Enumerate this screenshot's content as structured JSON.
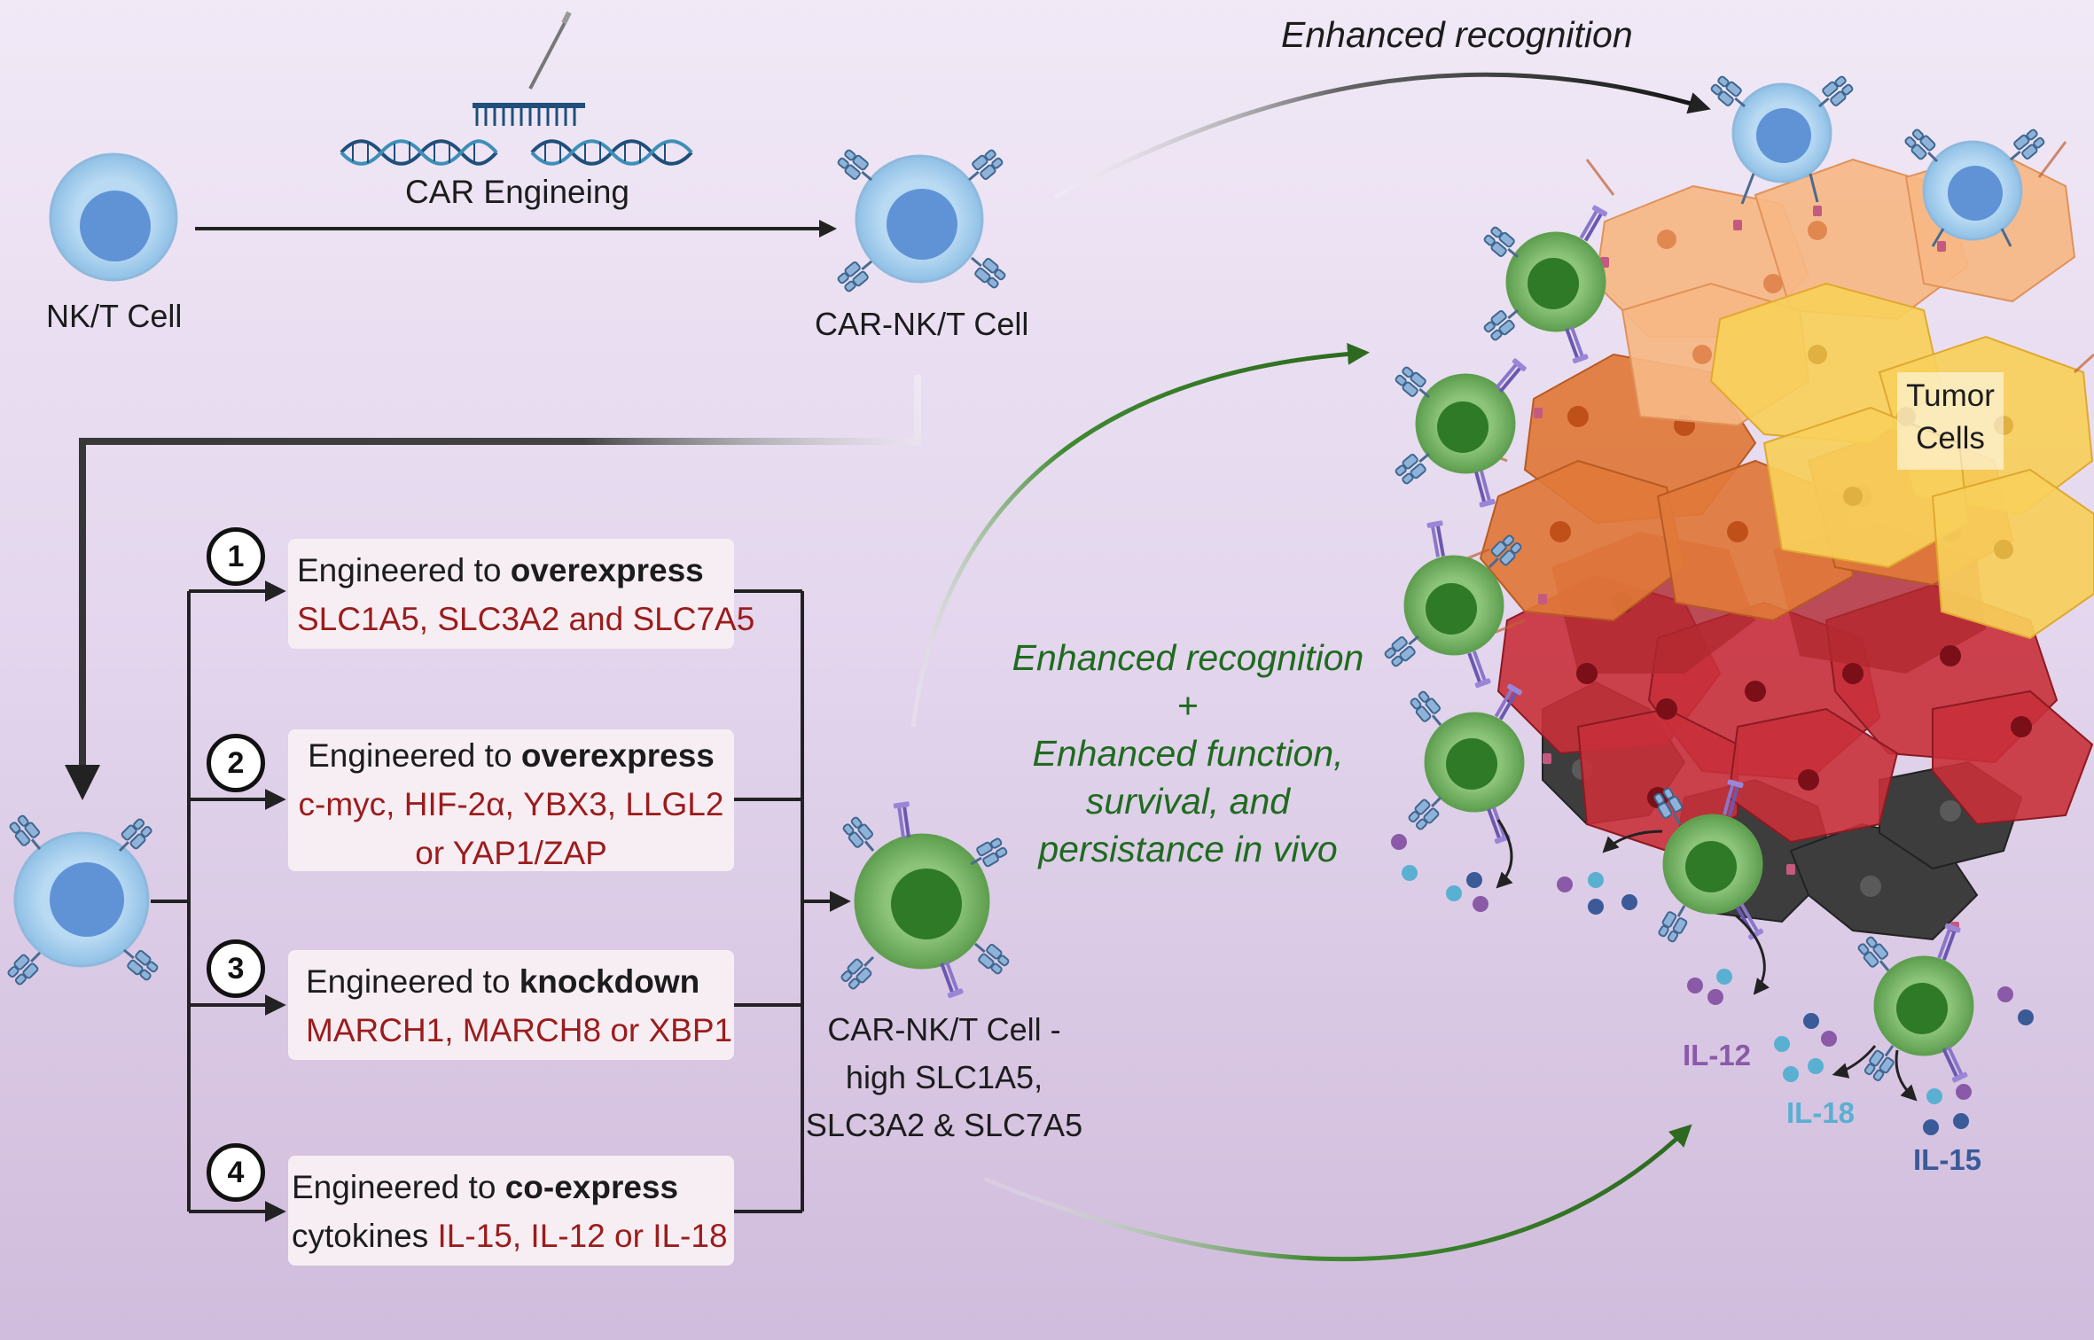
{
  "labels": {
    "enhanced_recognition_top": "Enhanced recognition",
    "car_engineering": "CAR Engineing",
    "nk_t_cell": "NK/T Cell",
    "car_nk_t_cell": "CAR-NK/T Cell",
    "tumor_cells_line1": "Tumor",
    "tumor_cells_line2": "Cells",
    "result_cell_line1": "CAR-NK/T Cell -",
    "result_cell_line2": "high SLC1A5,",
    "result_cell_line3": "SLC3A2 & SLC7A5",
    "effects_line1": "Enhanced recognition",
    "effects_line2": "+",
    "effects_line3": "Enhanced function,",
    "effects_line4": "survival, and",
    "effects_line5": "persistance in vivo"
  },
  "strategies": [
    {
      "number": "1",
      "prefix": "Engineered to ",
      "action": "overexpress",
      "targets_line1": "SLC1A5, SLC3A2 and SLC7A5",
      "targets_line2": ""
    },
    {
      "number": "2",
      "prefix": "Engineered to ",
      "action": "overexpress",
      "targets_line1": "c-myc, HIF-2α, YBX3, LLGL2",
      "targets_line2": "or YAP1/ZAP"
    },
    {
      "number": "3",
      "prefix": "Engineered to ",
      "action": "knockdown",
      "targets_line1": "MARCH1, MARCH8 or XBP1",
      "targets_line2": ""
    },
    {
      "number": "4",
      "prefix": "Engineered to ",
      "action": "co-express",
      "targets_prefix": "cytokines ",
      "targets_line1": "IL-15, IL-12 or IL-18",
      "targets_line2": ""
    }
  ],
  "cytokines": {
    "il12": "IL-12",
    "il18": "IL-18",
    "il15": "IL-15"
  },
  "colors": {
    "background_top": "#f1e9f6",
    "background_bottom": "#d0bcdc",
    "target_text": "#9b1c1c",
    "effects_text": "#1f6b1f",
    "nk_cell": "#a9cfee",
    "car_cell_green": "#7ab86a",
    "il12": "#8a5aa8",
    "il18": "#5ab0d0",
    "il15": "#3a5a98"
  }
}
